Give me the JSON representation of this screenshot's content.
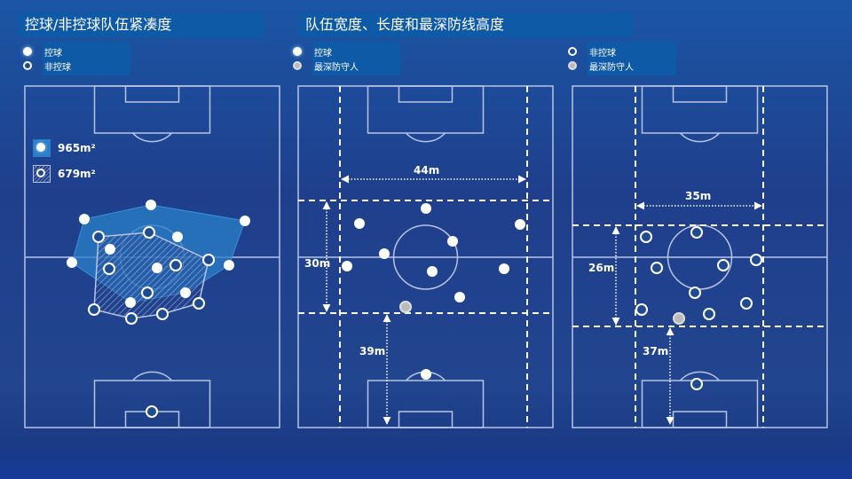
{
  "panels": [
    {
      "title": "控球/非控球队伍紧凑度",
      "legend": [
        "控球",
        "非控球"
      ],
      "areas": [
        "965m²",
        "679m²"
      ]
    },
    {
      "title": "队伍宽度、长度和最深防线高度",
      "legend": [
        "控球",
        "最深防守人"
      ],
      "width": "44m",
      "length": "30m",
      "depth": "39m"
    },
    {
      "legend": [
        "非控球",
        "最深防守人"
      ],
      "width": "35m",
      "length": "26m",
      "depth": "37m"
    }
  ],
  "colors": {
    "title_bg": "#0f5aa6",
    "area_fill": "#2a7fc8",
    "line": "#b8c4e4"
  }
}
